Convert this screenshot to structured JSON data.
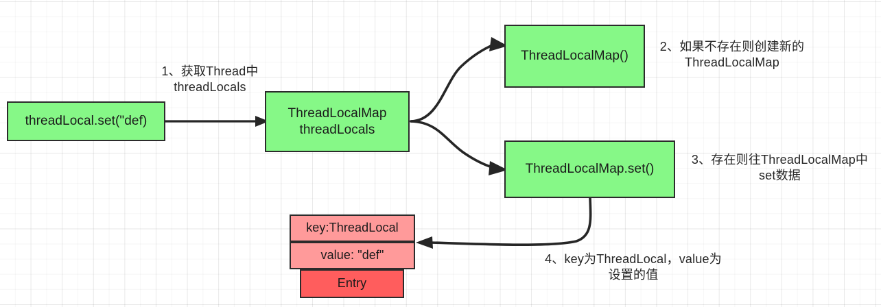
{
  "diagram": {
    "title": "ThreadLocal.set() execution flow",
    "type": "flowchart",
    "background": "#ffffff",
    "grid": true,
    "colors": {
      "node_green": "#86f887",
      "node_pink": "#ff9a9a",
      "node_red": "#ff5d5d",
      "stroke": "#262626",
      "text": "#1a1a1a"
    }
  },
  "nodes": {
    "entry_call": {
      "text": "threadLocal.set(\"def)"
    },
    "thread_locals": {
      "text": "ThreadLocalMap\nthreadLocals"
    },
    "new_map": {
      "text": "ThreadLocalMap()"
    },
    "map_set": {
      "text": "ThreadLocalMap.set()"
    },
    "entry_key": {
      "text": "key:ThreadLocal"
    },
    "entry_value": {
      "text": "value: \"def\""
    },
    "entry_label": {
      "text": "Entry"
    }
  },
  "annotations": {
    "step1": {
      "text": "1、获取Thread中\nthreadLocals"
    },
    "step2": {
      "text": "2、如果不存在则创建新的\nThreadLocalMap"
    },
    "step3": {
      "text": "3、存在则往ThreadLocalMap中\nset数据"
    },
    "step4": {
      "text": "4、key为ThreadLocal，value为\n设置的值"
    }
  },
  "connectors": [
    {
      "name": "set-to-threadlocals",
      "from": "entry_call",
      "to": "thread_locals",
      "style": "straight-arrow"
    },
    {
      "name": "threadlocals-to-new-map",
      "from": "thread_locals",
      "to": "new_map",
      "style": "curved-arrow"
    },
    {
      "name": "threadlocals-to-map-set",
      "from": "thread_locals",
      "to": "map_set",
      "style": "curved-arrow"
    },
    {
      "name": "map-set-to-entry",
      "from": "map_set",
      "to": "entry_key",
      "style": "curved-arrow"
    }
  ]
}
